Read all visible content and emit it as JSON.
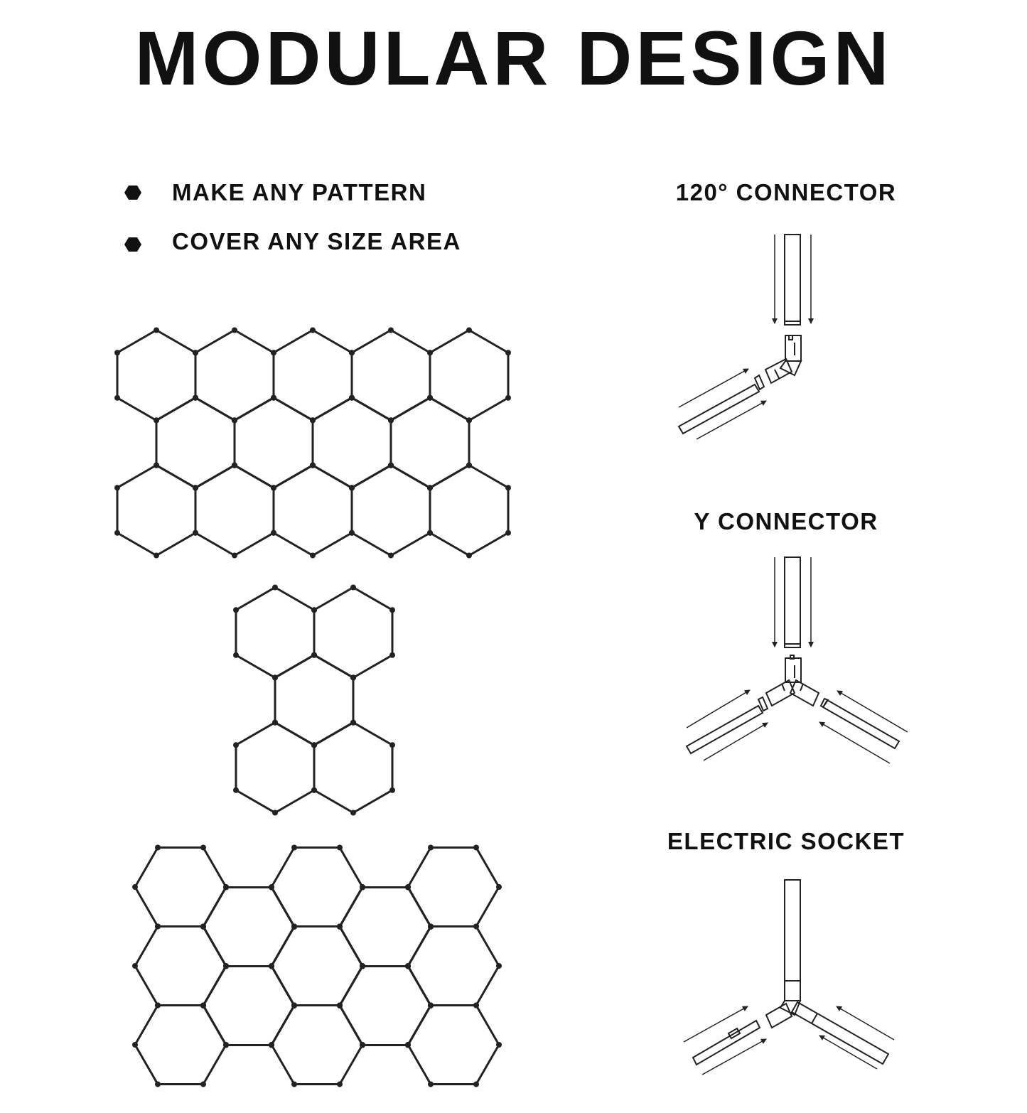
{
  "title": "MODULAR DESIGN",
  "features": [
    {
      "label": "MAKE ANY PATTERN",
      "icon": "hexagon-bullet-icon"
    },
    {
      "label": "COVER ANY SIZE AREA",
      "icon": "hexagon-bullet-icon"
    }
  ],
  "connectors": [
    {
      "label": "120° CONNECTOR",
      "icon": "120-connector-icon"
    },
    {
      "label": "Y CONNECTOR",
      "icon": "y-connector-icon"
    },
    {
      "label": "ELECTRIC SOCKET",
      "icon": "electric-socket-icon"
    }
  ],
  "colors": {
    "stroke": "#222222",
    "background": "#ffffff"
  }
}
